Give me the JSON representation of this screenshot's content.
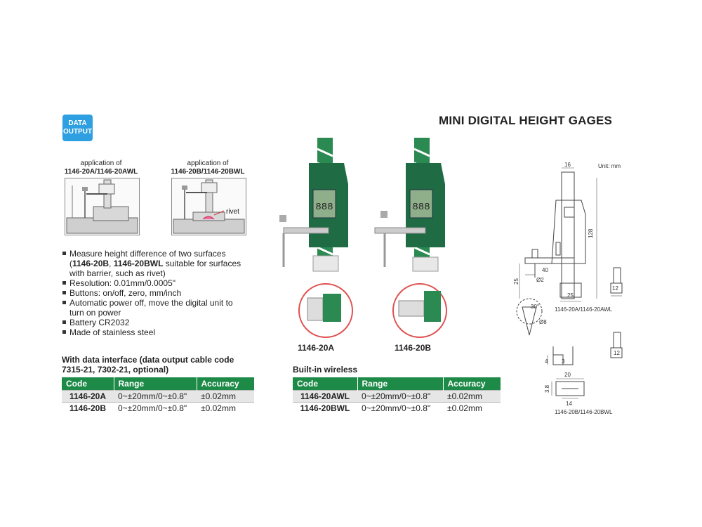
{
  "badge": {
    "line1": "DATA",
    "line2": "OUTPUT"
  },
  "title": "MINI DIGITAL HEIGHT GAGES",
  "applications": [
    {
      "label": "application of",
      "models": "1146-20A/1146-20AWL"
    },
    {
      "label": "application of",
      "models": "1146-20B/1146-20BWL",
      "callout": "rivet"
    }
  ],
  "features": {
    "f1_a": "Measure height difference of two surfaces (",
    "f1_b": "1146-20B",
    "f1_c": ", ",
    "f1_d": "1146-20BWL",
    "f1_e": " suitable for surfaces with barrier, such as rivet)",
    "f2": "Resolution: 0.01mm/0.0005\"",
    "f3": "Buttons: on/off, zero, mm/inch",
    "f4": "Automatic power off, move the digital unit to turn on power",
    "f5": "Battery CR2032",
    "f6": "Made of stainless steel"
  },
  "products": {
    "a": "1146-20A",
    "b": "1146-20B"
  },
  "table1": {
    "caption": "With data interface (data output cable code 7315-21, 7302-21, optional)",
    "headers": [
      "Code",
      "Range",
      "Accuracy"
    ],
    "rows": [
      [
        "1146-20A",
        "0~±20mm/0~±0.8\"",
        "±0.02mm"
      ],
      [
        "1146-20B",
        "0~±20mm/0~±0.8\"",
        "±0.02mm"
      ]
    ]
  },
  "table2": {
    "caption": "Built-in wireless",
    "headers": [
      "Code",
      "Range",
      "Accuracy"
    ],
    "rows": [
      [
        "1146-20AWL",
        "0~±20mm/0~±0.8\"",
        "±0.02mm"
      ],
      [
        "1146-20BWL",
        "0~±20mm/0~±0.8\"",
        "±0.02mm"
      ]
    ]
  },
  "drawing": {
    "unit": "Unit: mm",
    "d16": "16",
    "d128": "128",
    "d40": "40",
    "d25v": "25",
    "d2": "Ø2",
    "d25h": "25",
    "d12a": "12",
    "d30": "30°",
    "d8": "Ø8",
    "caption_a": "1146-20A/1146-20AWL",
    "d4": "4",
    "d3": "3",
    "d12b": "12",
    "d20": "20",
    "d38": "3.8",
    "d14": "14",
    "caption_b": "1146-20B/1146-20BWL"
  },
  "colors": {
    "green": "#1e8a48",
    "badge": "#2e9fe0",
    "gage": "#1f6b44"
  }
}
